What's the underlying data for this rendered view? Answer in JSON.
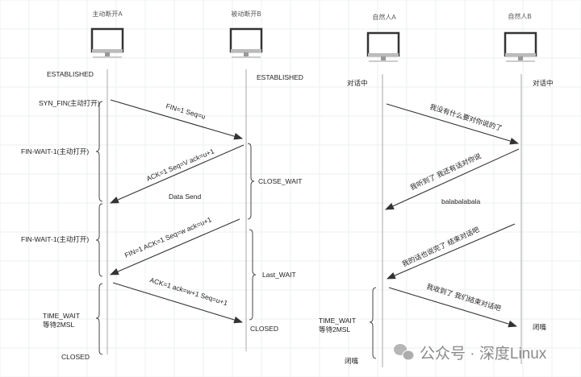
{
  "left": {
    "actor_a": "主动断开A",
    "actor_b": "被动断开B",
    "state_a_established": "ESTABLISHED",
    "state_b_established": "ESTABLISHED",
    "state_syn_fin": "SYN_FIN(主动打开)",
    "state_fin_wait_1": "FIN-WAIT-1(主动打开)",
    "state_fin_wait_2": "FIN-WAIT-1(主动打开)",
    "state_time_wait": "TIME_WAIT",
    "state_wait_2msl": "等待2MSL",
    "state_a_closed": "CLOSED",
    "state_close_wait": "CLOSE_WAIT",
    "state_last_wait": "Last_WAIT",
    "state_b_closed": "CLOSED",
    "msg1": "FIN=1  Seq=u",
    "msg2": "ACK=1 Seq=V ack=u+1",
    "data_send": "Data Send",
    "msg3": "FIN=1 ACK=1 Seq=w ack=u+1",
    "msg4": "ACK=1  ack=w+1 Seq=u+1"
  },
  "right": {
    "actor_a": "自然人A",
    "actor_b": "自然人B",
    "state_a_talking": "对话中",
    "state_b_talking": "对话中",
    "msg1": "我没有什么要对你说的了",
    "msg2": "我听到了  我还有话对你说",
    "data": "balabalabala",
    "msg3": "我的话也说完了  结束对话吧",
    "msg4": "我收到了    我们结束对话吧",
    "state_time_wait": "TIME_WAIT",
    "state_wait_2msl": "等待2MSL",
    "state_b_closed": "闭嘴",
    "state_a_closed": "闭嘴"
  },
  "watermark": "公众号 · 深度Linux"
}
